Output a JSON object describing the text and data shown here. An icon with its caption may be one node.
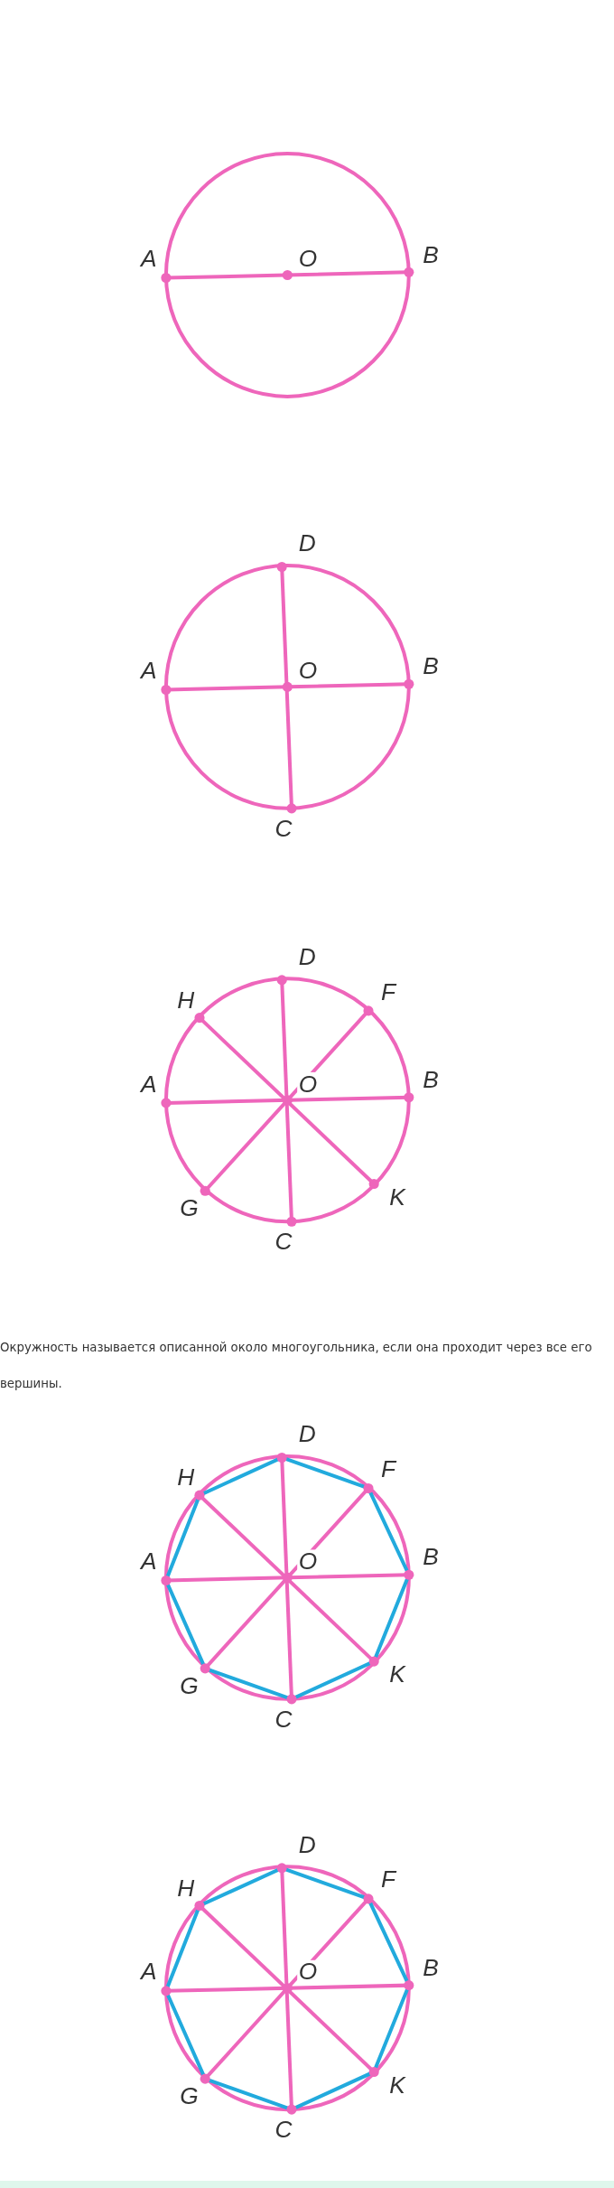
{
  "diagram": {
    "labels": [
      "A",
      "O",
      "B",
      "D",
      "A",
      "O",
      "B",
      "C",
      "D",
      "F",
      "H",
      "A",
      "O",
      "B",
      "K",
      "G",
      "C",
      "Окружность называется описанной около многоугольника, если она проходит через все его вершины.",
      "D",
      "F",
      "H",
      "A",
      "O",
      "B",
      "K",
      "G",
      "C",
      "D",
      "F",
      "H",
      "A",
      "O",
      "B",
      "K",
      "G",
      "C"
    ]
  }
}
